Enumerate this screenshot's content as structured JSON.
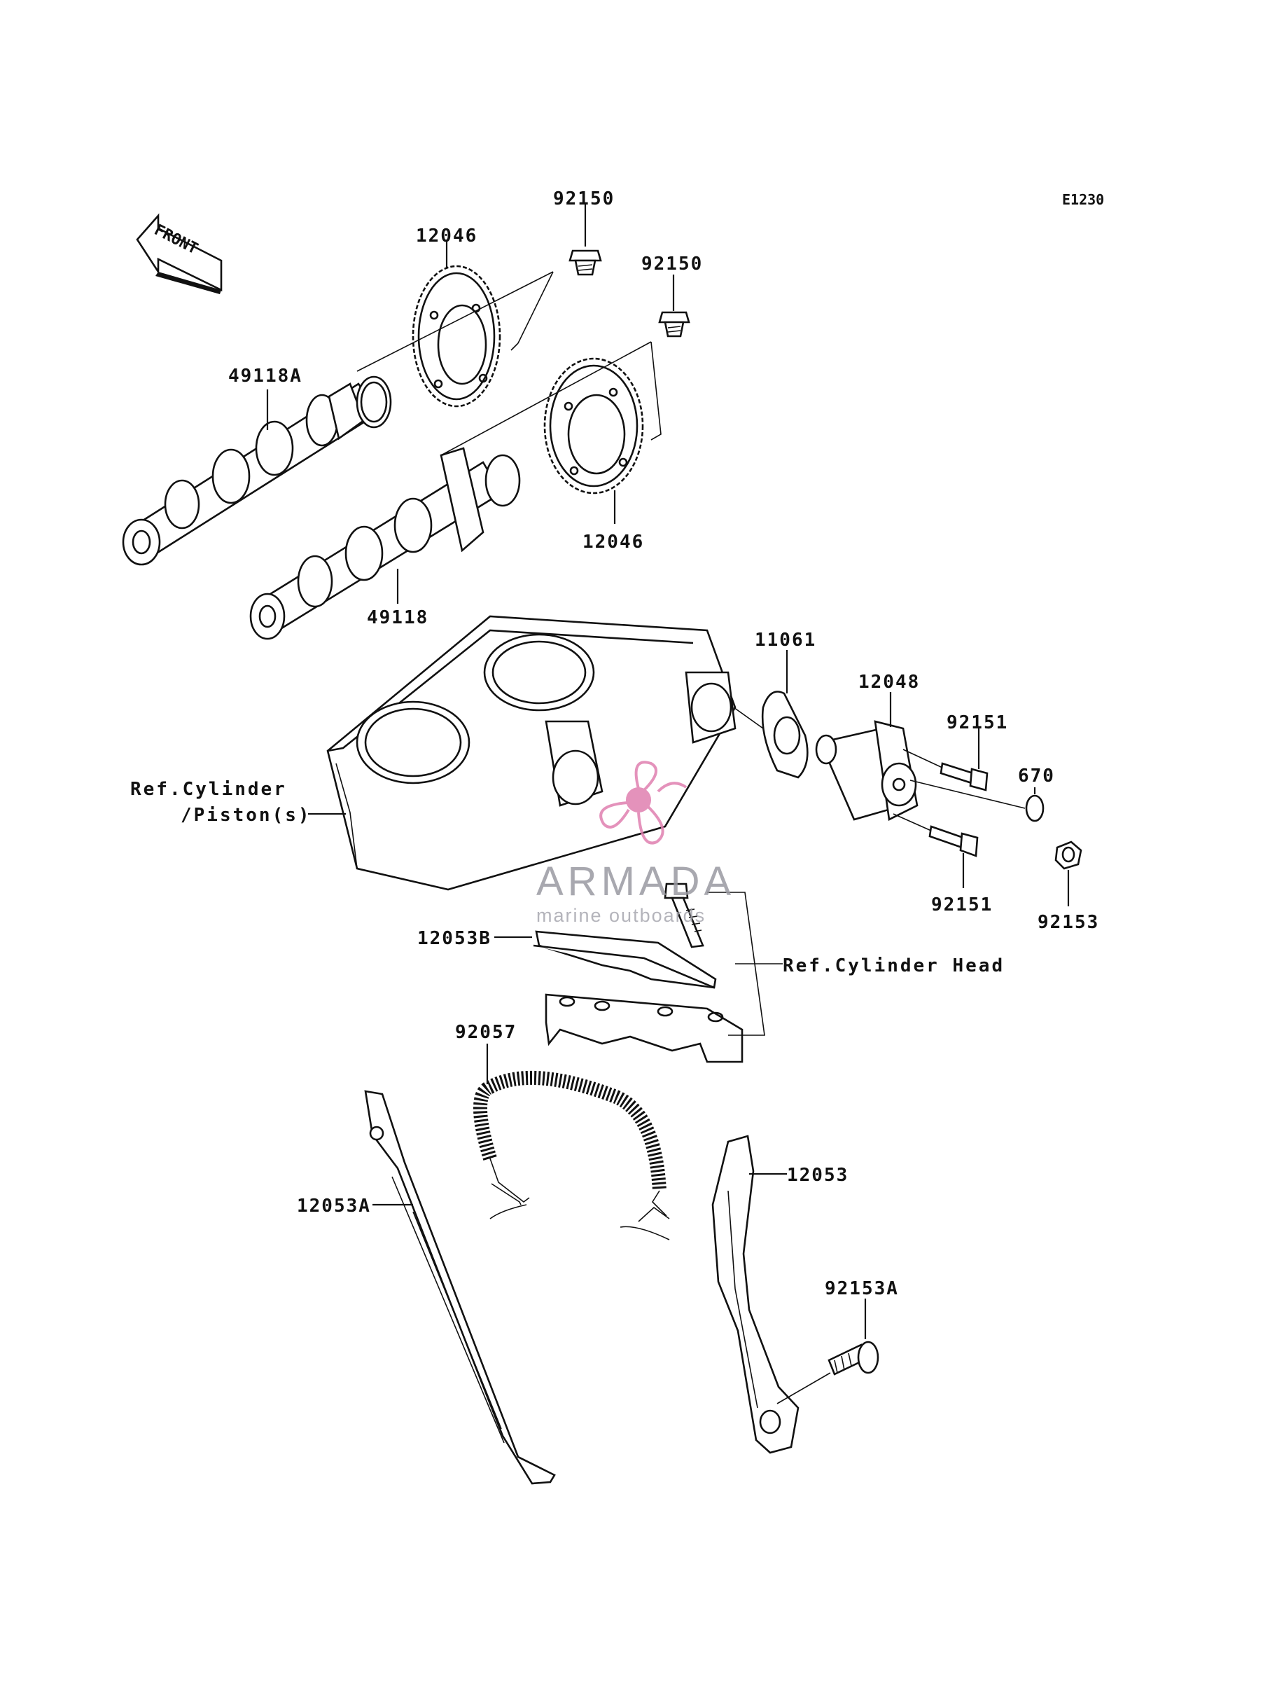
{
  "diagram_code": "E1230",
  "front_arrow": "FRONT",
  "labels": {
    "p92150_top": "92150",
    "p92150_mid": "92150",
    "p12046_top": "12046",
    "p12046_bot": "12046",
    "p49118A": "49118A",
    "p49118": "49118",
    "p11061": "11061",
    "p12048": "12048",
    "p92151_top": "92151",
    "p92151_bot": "92151",
    "p670": "670",
    "p92153": "92153",
    "ref_cyl_1": "Ref.Cylinder",
    "ref_cyl_2": "/Piston(s)",
    "p12053B": "12053B",
    "ref_head": "Ref.Cylinder Head",
    "p92057": "92057",
    "p12053": "12053",
    "p12053A": "12053A",
    "p92153A": "92153A"
  },
  "watermark": {
    "brand": "ARMADA",
    "tagline": "marine outboards",
    "color_pink": "#e07fb0",
    "color_grey": "#9a9aa2"
  }
}
